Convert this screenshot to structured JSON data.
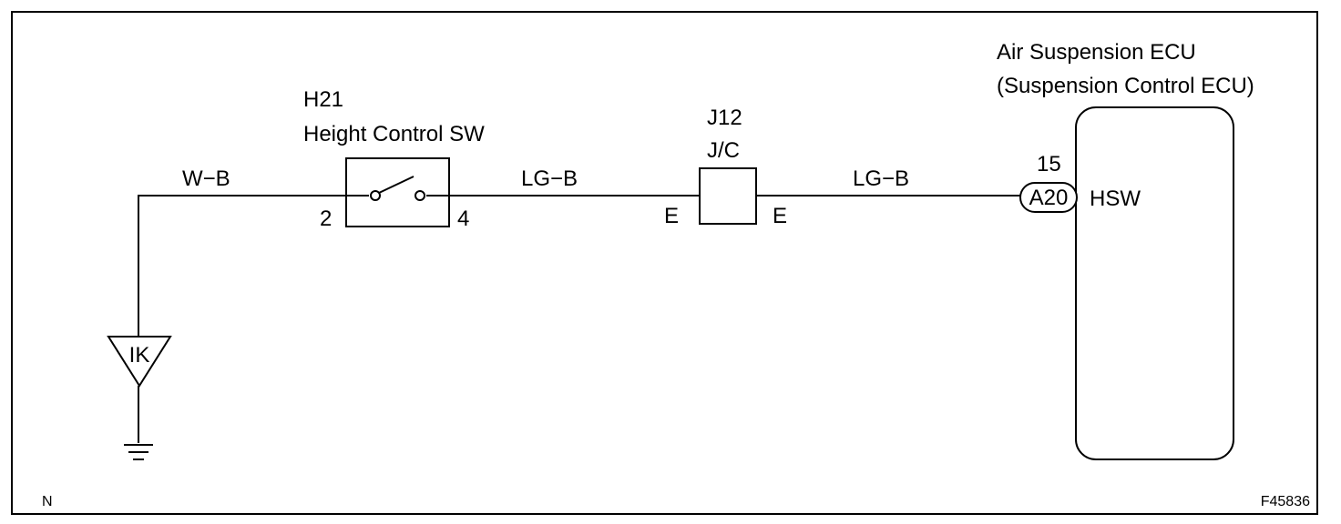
{
  "ecu": {
    "title_line1": "Air Suspension ECU",
    "title_line2": "(Suspension Control ECU)",
    "pin_number": "15",
    "connector": "A20",
    "terminal": "HSW"
  },
  "switch": {
    "code": "H21",
    "name": "Height Control SW",
    "pin_left": "2",
    "pin_right": "4"
  },
  "junction": {
    "code": "J12",
    "name": "J/C",
    "pin_left": "E",
    "pin_right": "E"
  },
  "wires": {
    "ground_wire": "W−B",
    "wire_switch_to_jc": "LG−B",
    "wire_jc_to_ecu": "LG−B"
  },
  "ground": {
    "point": "IK"
  },
  "footer": {
    "left_mark": "N",
    "figure_id": "F45836"
  }
}
